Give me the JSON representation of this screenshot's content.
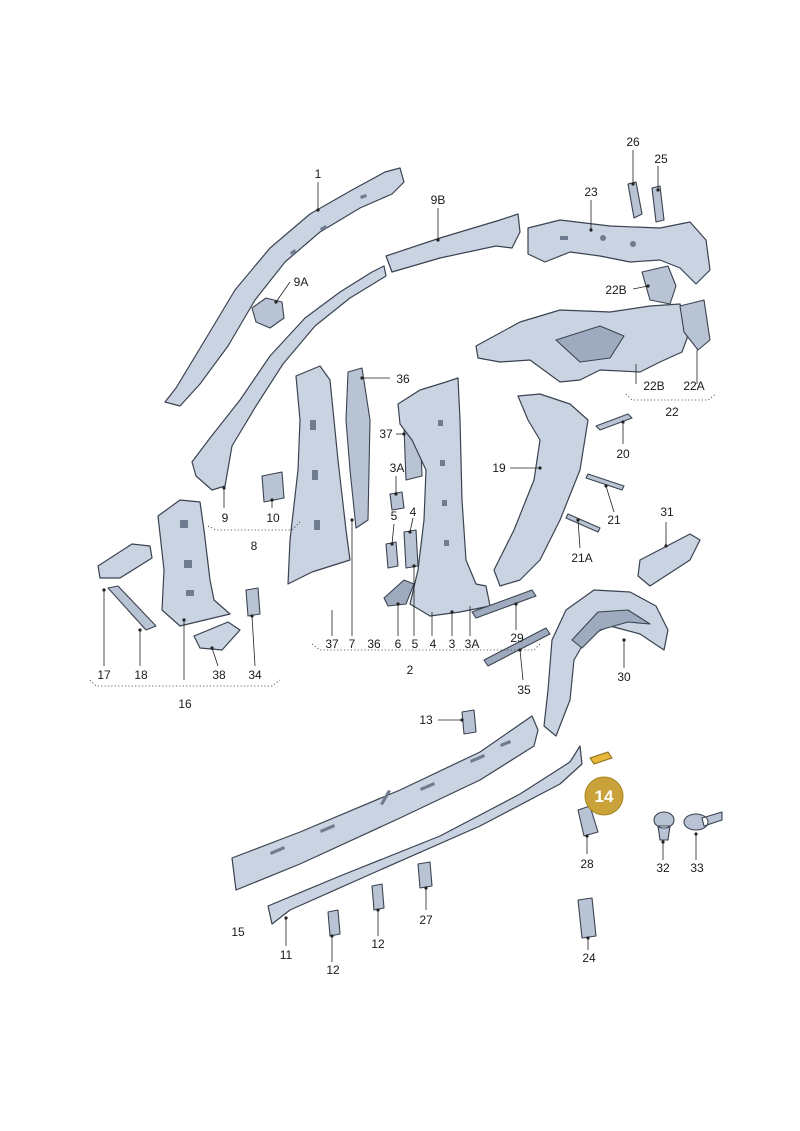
{
  "labels": {
    "l1": "1",
    "l9b": "9B",
    "l23": "23",
    "l26": "26",
    "l25": "25",
    "l9a": "9A",
    "l22b_top": "22B",
    "l36_top": "36",
    "l37_top": "37",
    "l3a_top": "3A",
    "l5_top": "5",
    "l4_top": "4",
    "l19": "19",
    "l20": "20",
    "l21": "21",
    "l21a": "21A",
    "l22b_bot": "22B",
    "l22a": "22A",
    "l22": "22",
    "l31": "31",
    "l9": "9",
    "l10": "10",
    "l8": "8",
    "l37_bot": "37",
    "l7": "7",
    "l36_bot": "36",
    "l6": "6",
    "l5_bot": "5",
    "l4_bot": "4",
    "l3": "3",
    "l3a_bot": "3A",
    "l29": "29",
    "l2": "2",
    "l17": "17",
    "l18": "18",
    "l38": "38",
    "l34": "34",
    "l16": "16",
    "l35": "35",
    "l30": "30",
    "l13": "13",
    "l14": "14",
    "l28": "28",
    "l32": "32",
    "l33": "33",
    "l15": "15",
    "l11": "11",
    "l12a": "12",
    "l12b": "12",
    "l27": "27",
    "l24": "24"
  },
  "colors": {
    "part_fill": "#c9d3e2",
    "part_outline": "#3a4350",
    "highlight_badge": "#c9a23a",
    "highlight_part": "#e7b73c"
  },
  "highlighted_part": "14"
}
